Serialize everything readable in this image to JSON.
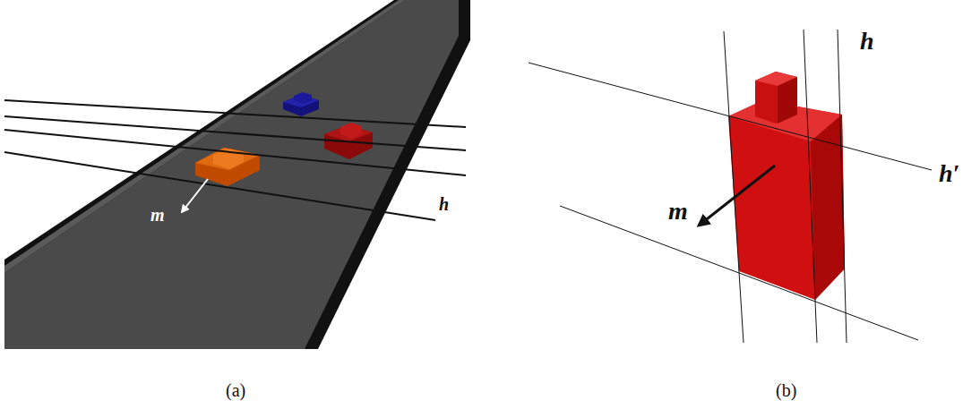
{
  "diagram": {
    "labels": [
      "m",
      "h",
      "(a)",
      "m",
      "h",
      "h′",
      "(b)"
    ]
  }
}
